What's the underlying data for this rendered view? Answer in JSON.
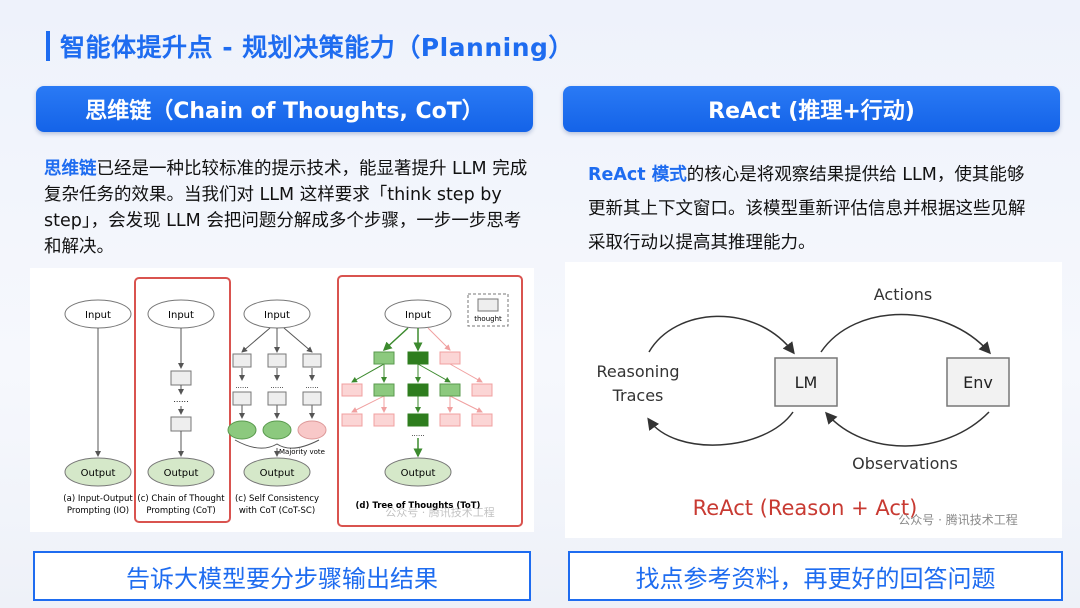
{
  "page": {
    "title": "智能体提升点 - 规划决策能力（Planning）"
  },
  "left": {
    "header": "思维链（Chain of Thoughts, CoT）",
    "desc_highlight": "思维链",
    "desc_text": "已经是一种比较标准的提示技术，能显著提升 LLM 完成复杂任务的效果。当我们对 LLM 这样要求「think step by step」，会发现 LLM 会把问题分解成多个步骤，一步一步思考和解决。",
    "diagram": {
      "input": "Input",
      "output": "Output",
      "thought": "thought",
      "majority_vote": "Majority vote",
      "dots": "......",
      "cap_a1": "(a) Input-Output",
      "cap_a2": "Prompting (IO)",
      "cap_b1": "(c) Chain of Thought",
      "cap_b2": "Prompting (CoT)",
      "cap_c1": "(c) Self Consistency",
      "cap_c2": "with CoT (CoT-SC)",
      "cap_d": "(d) Tree of Thoughts (ToT)",
      "watermark": "公众号 · 腾讯技术工程"
    },
    "footer": "告诉大模型要分步骤输出结果"
  },
  "right": {
    "header": "ReAct (推理+行动)",
    "desc_highlight": "ReAct 模式",
    "desc_text": "的核心是将观察结果提供给 LLM，使其能够更新其上下文窗口。该模型重新评估信息并根据这些见解采取行动以提高其推理能力。",
    "diagram": {
      "actions": "Actions",
      "reasoning1": "Reasoning",
      "reasoning2": "Traces",
      "lm": "LM",
      "env": "Env",
      "observations": "Observations",
      "react": "ReAct (Reason + Act)",
      "watermark": "公众号 · 腾讯技术工程"
    },
    "footer": "找点参考资料，再更好的回答问题"
  },
  "colors": {
    "accent": "#1e6cf0",
    "tot_red": "#d9534f",
    "green_dark": "#3c8a2e",
    "green_light": "#8cc97e"
  }
}
